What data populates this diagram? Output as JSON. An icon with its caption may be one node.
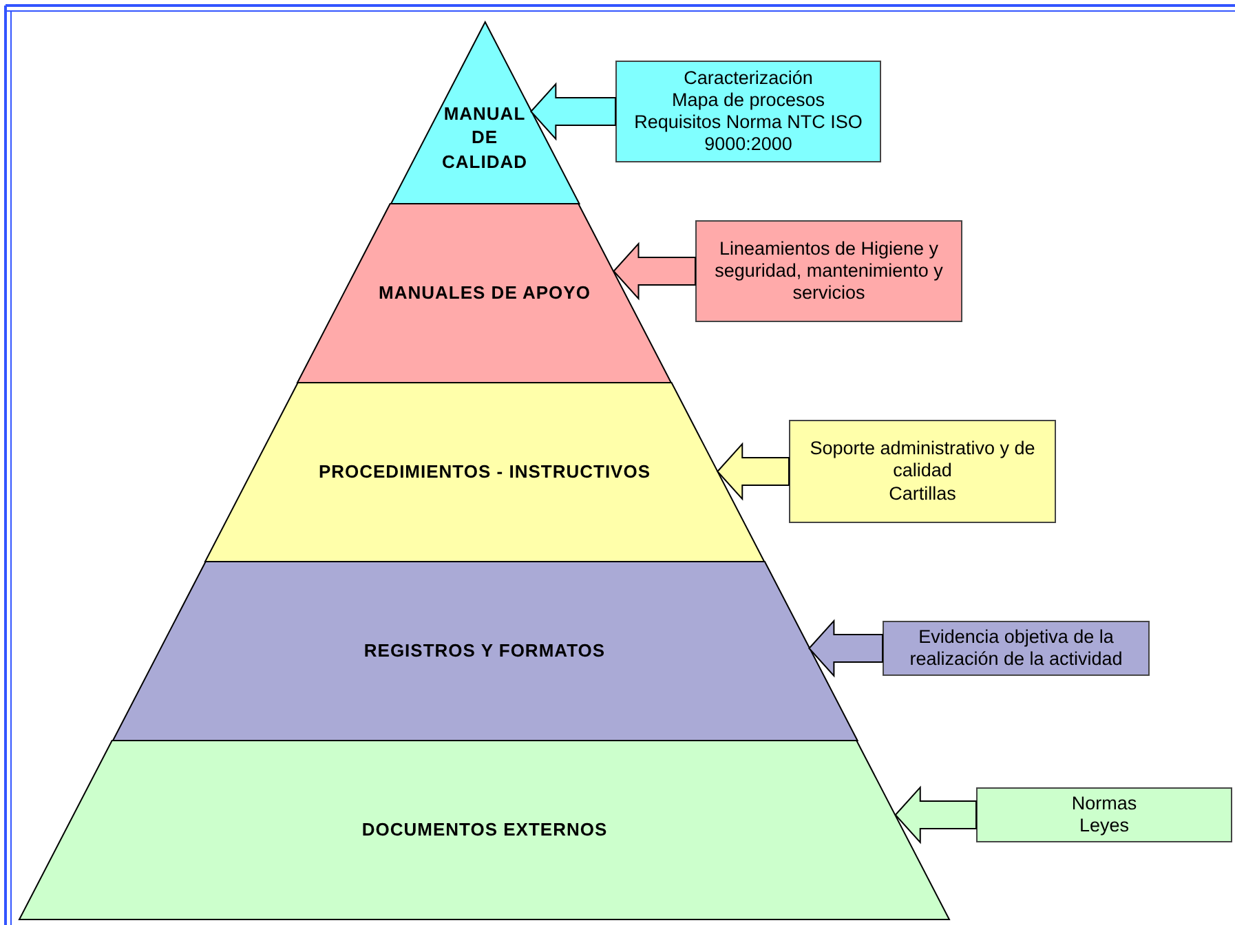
{
  "diagram": {
    "nodes": [
      {
        "text": [
          "MANUAL DE CALIDAD"
        ]
      },
      {
        "text": [
          "MANUALES DE APOYO"
        ]
      },
      {
        "text": [
          "PROCEDIMIENTOS - INSTRUCTIVOS"
        ]
      },
      {
        "text": [
          "REGISTROS Y FORMATOS"
        ]
      },
      {
        "text": [
          "DOCUMENTOS EXTERNOS"
        ]
      },
      {
        "text": [
          "Caracterización",
          "Mapa de procesos",
          "Requisitos Norma NTC ISO 9000:2000"
        ]
      },
      {
        "text": [
          "Lineamientos de Higiene y seguridad, mantenimiento y servicios"
        ]
      },
      {
        "text": [
          "Soporte administrativo y de calidad",
          "Cartillas"
        ]
      },
      {
        "text": [
          "Evidencia objetiva de la realización de la actividad"
        ]
      },
      {
        "text": [
          "Normas",
          "Leyes"
        ]
      }
    ],
    "edges": [
      {
        "from": 5,
        "to": 0,
        "arrow": "to"
      },
      {
        "from": 6,
        "to": 1,
        "arrow": "to"
      },
      {
        "from": 7,
        "to": 2,
        "arrow": "to"
      },
      {
        "from": 8,
        "to": 3,
        "arrow": "to"
      },
      {
        "from": 9,
        "to": 4,
        "arrow": "to"
      }
    ]
  }
}
